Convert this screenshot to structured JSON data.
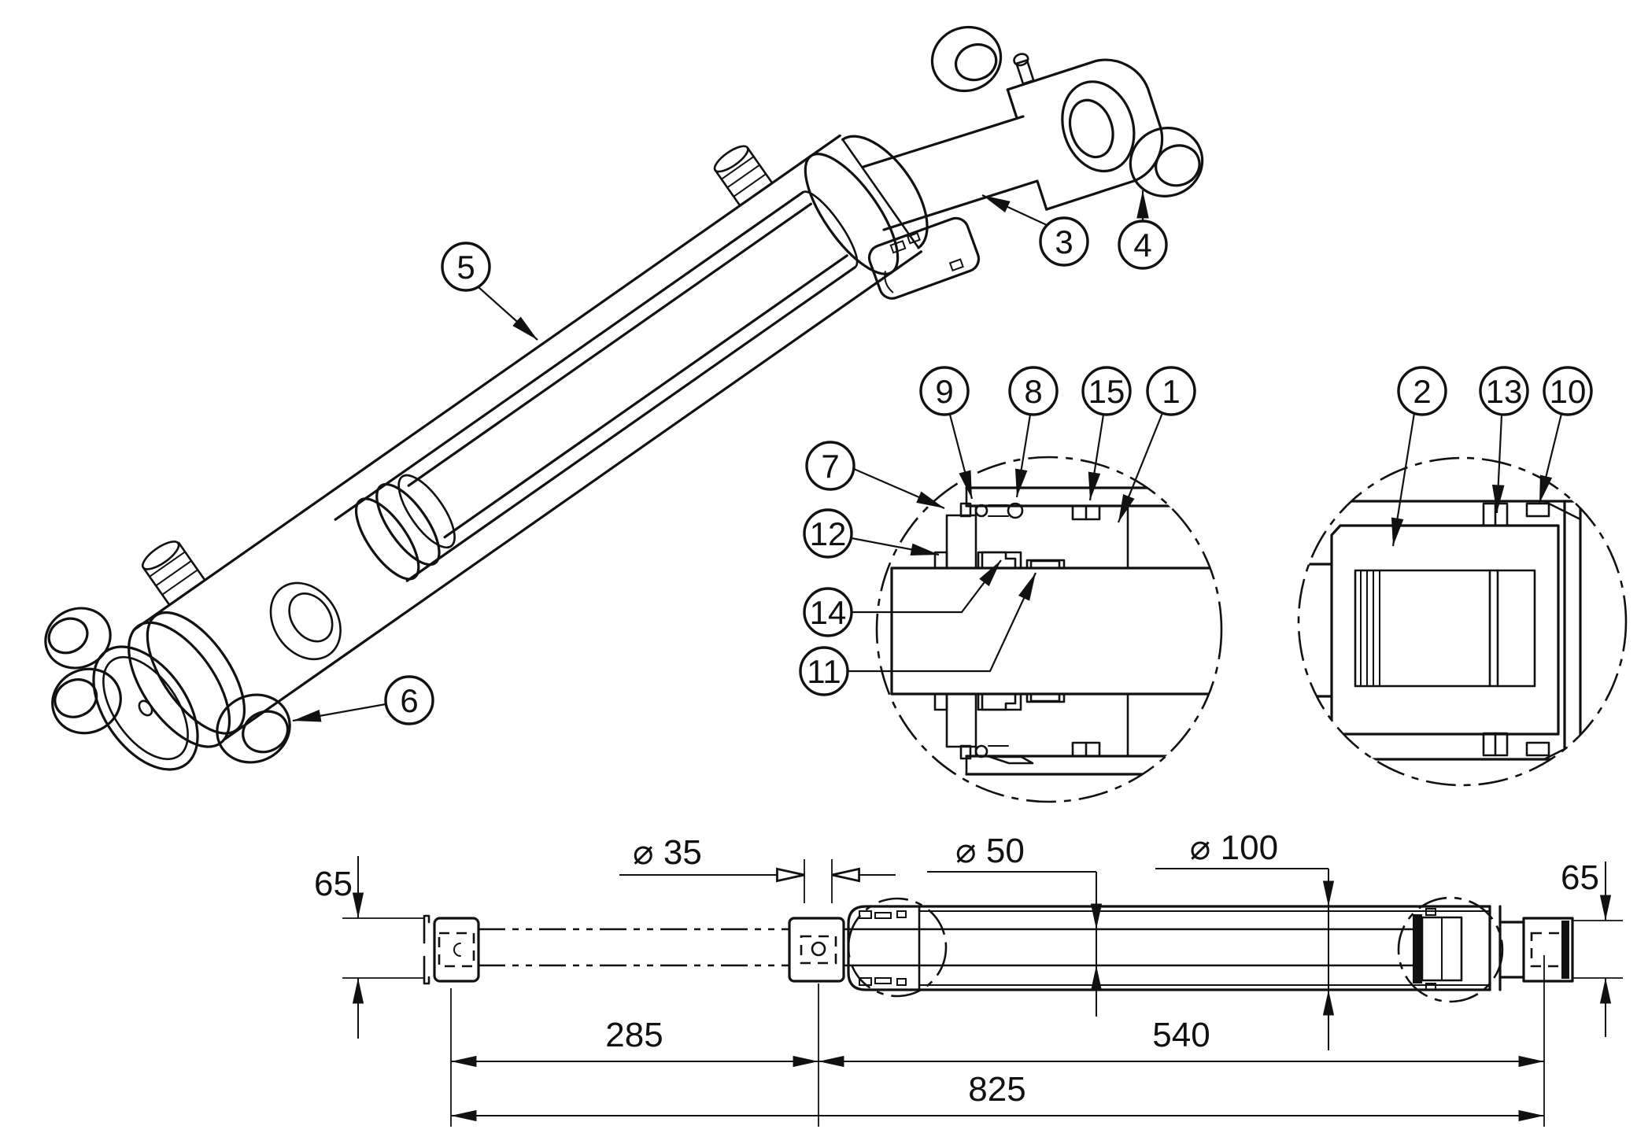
{
  "drawing": {
    "kind": "hydraulic cylinder assembly drawing",
    "views": {
      "isometric_cutaway": "exploded cutaway cylinder",
      "detail_left": "rod gland and seals section",
      "detail_right": "piston section",
      "side_view": "dimensioned side elevation"
    }
  },
  "balloons": {
    "b1": "1",
    "b2": "2",
    "b3": "3",
    "b4": "4",
    "b5": "5",
    "b6": "6",
    "b7": "7",
    "b8": "8",
    "b9": "9",
    "b10": "10",
    "b11": "11",
    "b12": "12",
    "b13": "13",
    "b14": "14",
    "b15": "15"
  },
  "dimensions": {
    "height_left": "65",
    "pin_bore_dia": "⌀ 35",
    "rod_dia": "⌀ 50",
    "bore_dia": "⌀ 100",
    "height_right": "65",
    "rod_extension": "285",
    "body_length": "540",
    "overall_length": "825"
  }
}
